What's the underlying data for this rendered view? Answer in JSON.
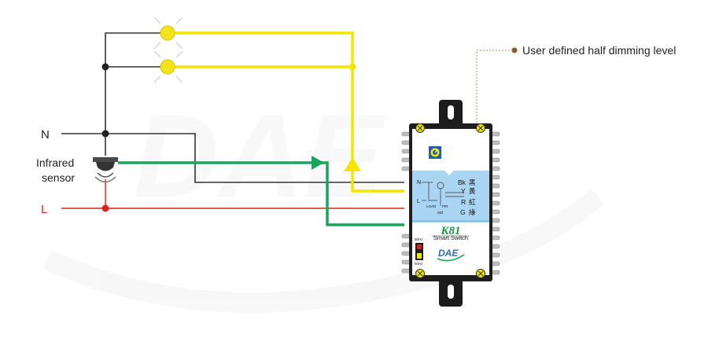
{
  "labels": {
    "neutral": "N",
    "live": "L",
    "sensor_line1": "Infrared",
    "sensor_line2": "sensor",
    "callout": "User defined half dimming level"
  },
  "device": {
    "model": "K81",
    "subtitle": "Smart Switch",
    "brand": "DAE",
    "freq_top": "60Hz",
    "freq_bottom": "50Hz",
    "panel": {
      "n": "N",
      "l": "L",
      "out": "out",
      "mid": "PIR",
      "sub": "LOAD"
    },
    "terminals": [
      {
        "code": "Bk",
        "cn": "黑"
      },
      {
        "code": "Y",
        "cn": "黃"
      },
      {
        "code": "R",
        "cn": "紅"
      },
      {
        "code": "G",
        "cn": "綠"
      }
    ]
  },
  "colors": {
    "neutral_wire": "#333333",
    "live_wire": "#e02020",
    "dim_wire": "#f2e600",
    "sensor_wire": "#1aa35a",
    "lamp": "#f5e31a",
    "panel_blue": "#a9d4f2",
    "callout": "#8b5a2b",
    "model_green": "#1a9a4a"
  }
}
